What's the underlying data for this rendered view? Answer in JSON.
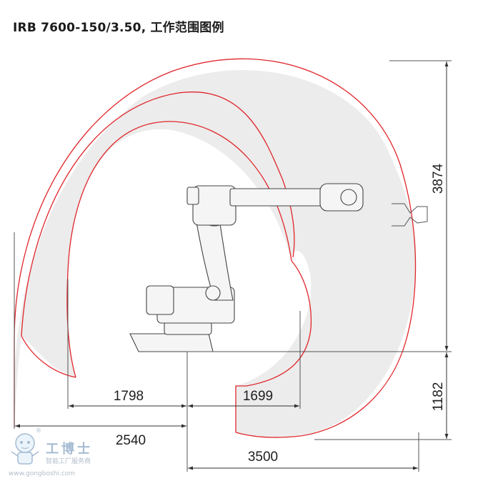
{
  "title": "IRB 7600-150/3.50, 工作范围图例",
  "dimensions": {
    "total_height": "3874",
    "lower_height": "1182",
    "inner_reach_back": "1798",
    "inner_reach_front": "1699",
    "outer_reach_back": "2540",
    "outer_reach_front": "3500"
  },
  "watermark": {
    "name": "工博士",
    "tagline": "智能工厂服务商",
    "url": "www.gongboshi.com",
    "registered_mark": "®"
  },
  "colors": {
    "envelope_outline": "#e0262b",
    "envelope_fill": "#ececec",
    "dimension_line": "#333333",
    "robot_body": "#f5f5f5"
  }
}
